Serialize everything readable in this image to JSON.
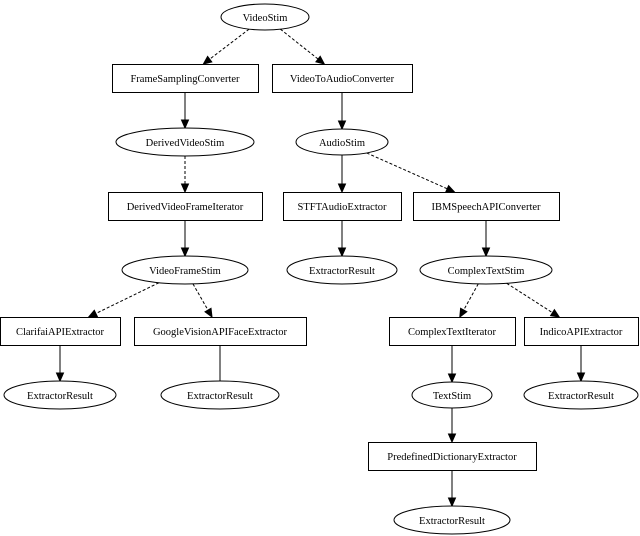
{
  "nodes": [
    {
      "id": "videostim",
      "name": "videostim-node",
      "shape": "ellipse",
      "label": "VideoStim"
    },
    {
      "id": "framesampling",
      "name": "frame-sampling-converter-node",
      "shape": "box",
      "label": "FrameSamplingConverter"
    },
    {
      "id": "videotoaudio",
      "name": "video-to-audio-converter-node",
      "shape": "box",
      "label": "VideoToAudioConverter"
    },
    {
      "id": "derivedvideostim",
      "name": "derived-video-stim-node",
      "shape": "ellipse",
      "label": "DerivedVideoStim"
    },
    {
      "id": "audiostim",
      "name": "audio-stim-node",
      "shape": "ellipse",
      "label": "AudioStim"
    },
    {
      "id": "derivedframeiter",
      "name": "derived-video-frame-iterator-node",
      "shape": "box",
      "label": "DerivedVideoFrameIterator"
    },
    {
      "id": "stft",
      "name": "stft-audio-extractor-node",
      "shape": "box",
      "label": "STFTAudioExtractor"
    },
    {
      "id": "ibmspeech",
      "name": "ibm-speech-api-converter-node",
      "shape": "box",
      "label": "IBMSpeechAPIConverter"
    },
    {
      "id": "videoframestim",
      "name": "video-frame-stim-node",
      "shape": "ellipse",
      "label": "VideoFrameStim"
    },
    {
      "id": "result_stft",
      "name": "extractor-result-stft-node",
      "shape": "ellipse",
      "label": "ExtractorResult"
    },
    {
      "id": "complextextstim",
      "name": "complex-text-stim-node",
      "shape": "ellipse",
      "label": "ComplexTextStim"
    },
    {
      "id": "clarifai",
      "name": "clarifai-api-extractor-node",
      "shape": "box",
      "label": "ClarifaiAPIExtractor"
    },
    {
      "id": "googlevision",
      "name": "google-vision-api-face-extractor-node",
      "shape": "box",
      "label": "GoogleVisionAPIFaceExtractor"
    },
    {
      "id": "complextextiter",
      "name": "complex-text-iterator-node",
      "shape": "box",
      "label": "ComplexTextIterator"
    },
    {
      "id": "indico",
      "name": "indico-api-extractor-node",
      "shape": "box",
      "label": "IndicoAPIExtractor"
    },
    {
      "id": "result_clarifai",
      "name": "extractor-result-clarifai-node",
      "shape": "ellipse",
      "label": "ExtractorResult"
    },
    {
      "id": "result_google",
      "name": "extractor-result-google-node",
      "shape": "ellipse",
      "label": "ExtractorResult"
    },
    {
      "id": "textstim",
      "name": "text-stim-node",
      "shape": "ellipse",
      "label": "TextStim"
    },
    {
      "id": "result_indico",
      "name": "extractor-result-indico-node",
      "shape": "ellipse",
      "label": "ExtractorResult"
    },
    {
      "id": "predefdict",
      "name": "predefined-dictionary-extractor-node",
      "shape": "box",
      "label": "PredefinedDictionaryExtractor"
    },
    {
      "id": "result_predef",
      "name": "extractor-result-predefined-node",
      "shape": "ellipse",
      "label": "ExtractorResult"
    }
  ],
  "edges": [
    {
      "from": "videostim",
      "to": "framesampling",
      "style": "dashed"
    },
    {
      "from": "videostim",
      "to": "videotoaudio",
      "style": "dashed"
    },
    {
      "from": "framesampling",
      "to": "derivedvideostim",
      "style": "solid"
    },
    {
      "from": "videotoaudio",
      "to": "audiostim",
      "style": "solid"
    },
    {
      "from": "derivedvideostim",
      "to": "derivedframeiter",
      "style": "dashed"
    },
    {
      "from": "audiostim",
      "to": "stft",
      "style": "solid"
    },
    {
      "from": "audiostim",
      "to": "ibmspeech",
      "style": "dashed"
    },
    {
      "from": "derivedframeiter",
      "to": "videoframestim",
      "style": "solid"
    },
    {
      "from": "stft",
      "to": "result_stft",
      "style": "solid"
    },
    {
      "from": "ibmspeech",
      "to": "complextextstim",
      "style": "solid"
    },
    {
      "from": "videoframestim",
      "to": "clarifai",
      "style": "dashed"
    },
    {
      "from": "videoframestim",
      "to": "googlevision",
      "style": "dashed"
    },
    {
      "from": "complextextstim",
      "to": "complextextiter",
      "style": "dashed"
    },
    {
      "from": "complextextstim",
      "to": "indico",
      "style": "dashed"
    },
    {
      "from": "clarifai",
      "to": "result_clarifai",
      "style": "solid"
    },
    {
      "from": "googlevision",
      "to": "result_google",
      "style": "solid-nohead"
    },
    {
      "from": "complextextiter",
      "to": "textstim",
      "style": "solid"
    },
    {
      "from": "indico",
      "to": "result_indico",
      "style": "solid"
    },
    {
      "from": "textstim",
      "to": "predefdict",
      "style": "solid"
    },
    {
      "from": "predefdict",
      "to": "result_predef",
      "style": "solid"
    }
  ]
}
